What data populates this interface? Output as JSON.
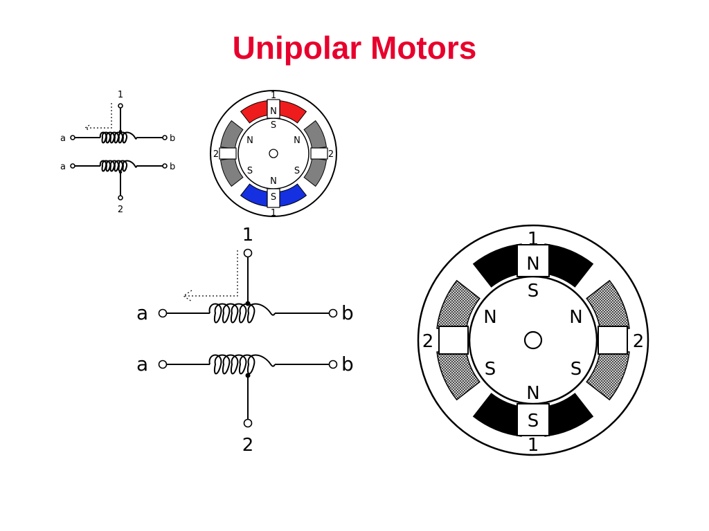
{
  "title": "Unipolar Motors",
  "colors": {
    "title": "#e8002d",
    "small_pole_top": "#ee1c1c",
    "small_pole_bottom": "#1430e0",
    "small_pole_side": "#808080",
    "large_pole_main": "#000000",
    "large_pole_side": "#8a8a8a"
  },
  "schematic": {
    "coil_a_label": "a",
    "coil_b_label": "b",
    "coil_a_label_2": "a",
    "coil_b_label_2": "b",
    "top_terminal": "1",
    "bottom_terminal": "2"
  },
  "motor": {
    "top_winding": "1",
    "bottom_winding": "1",
    "left_winding": "2",
    "right_winding": "2",
    "stator_top": "N",
    "stator_bottom": "S",
    "rotor_top": "S",
    "rotor_bottom": "N",
    "rotor_upper_left": "N",
    "rotor_upper_right": "N",
    "rotor_lower_left": "S",
    "rotor_lower_right": "S"
  }
}
